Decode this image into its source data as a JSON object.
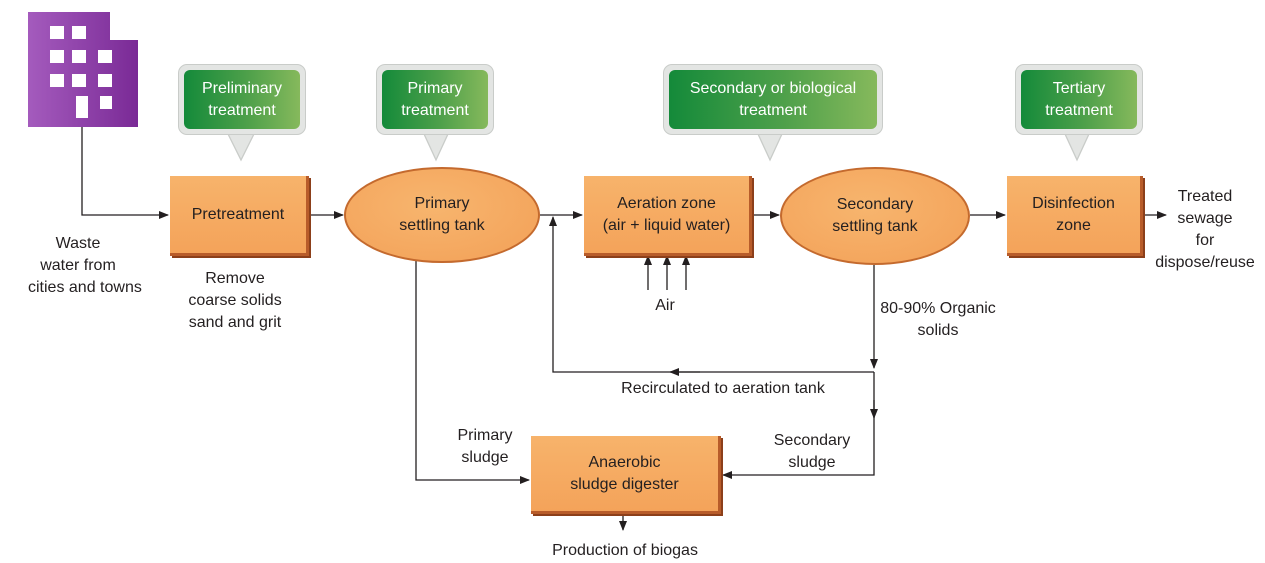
{
  "colors": {
    "process_fill": "#f4a35a",
    "process_border": "#b85c2a",
    "callout_green": "#148a3a",
    "building_purple": "#8e3fa6",
    "arrow": "#231f20"
  },
  "icons": [
    "building-icon"
  ],
  "source": {
    "label_line1": "Waste",
    "label_line2": "water from",
    "label_line3": "cities and towns"
  },
  "stages": {
    "preliminary": {
      "line1": "Preliminary",
      "line2": "treatment"
    },
    "primary": {
      "line1": "Primary",
      "line2": "treatment"
    },
    "secondary": {
      "line1": "Secondary or biological",
      "line2": "treatment"
    },
    "tertiary": {
      "line1": "Tertiary",
      "line2": "treatment"
    }
  },
  "units": {
    "pretreatment": {
      "line1": "Pretreatment"
    },
    "primary_tank": {
      "line1": "Primary",
      "line2": "settling tank"
    },
    "aeration": {
      "line1": "Aeration zone",
      "line2": "(air + liquid water)"
    },
    "secondary_tank": {
      "line1": "Secondary",
      "line2": "settling tank"
    },
    "disinfection": {
      "line1": "Disinfection",
      "line2": "zone"
    },
    "digester": {
      "line1": "Anaerobic",
      "line2": "sludge digester"
    }
  },
  "notes": {
    "pretreatment_removes": {
      "line1": "Remove",
      "line2": "coarse solids",
      "line3": "sand and grit"
    },
    "air": "Air",
    "organic_solids": {
      "line1": "80-90% Organic",
      "line2": "solids"
    },
    "recirculated": "Recirculated to aeration tank",
    "primary_sludge": {
      "line1": "Primary",
      "line2": "sludge"
    },
    "secondary_sludge": {
      "line1": "Secondary",
      "line2": "sludge"
    },
    "biogas": "Production of biogas",
    "output": {
      "line1": "Treated",
      "line2": "sewage",
      "line3": "for",
      "line4": "dispose/reuse"
    }
  }
}
